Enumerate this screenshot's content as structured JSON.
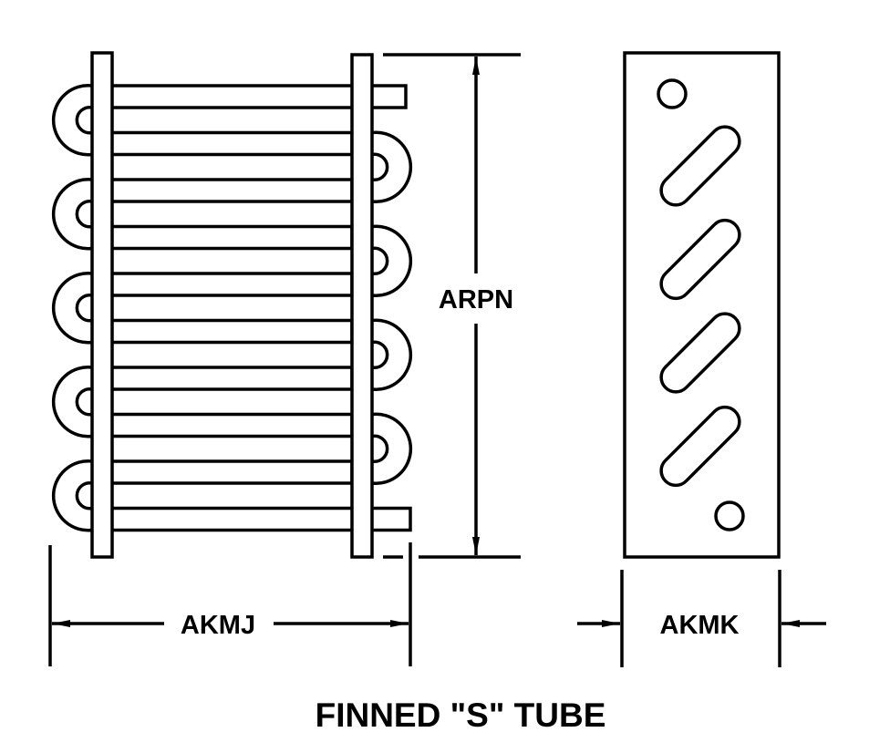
{
  "title": "FINNED \"S\" TUBE",
  "dimensions": {
    "height_label": "ARPN",
    "width_label": "AKMJ",
    "depth_label": "AKMK"
  },
  "coil": {
    "tube_count": 10,
    "left_bends": 5,
    "right_bends": 4
  },
  "end_plate": {
    "mount_holes": 2,
    "slots": 4
  }
}
